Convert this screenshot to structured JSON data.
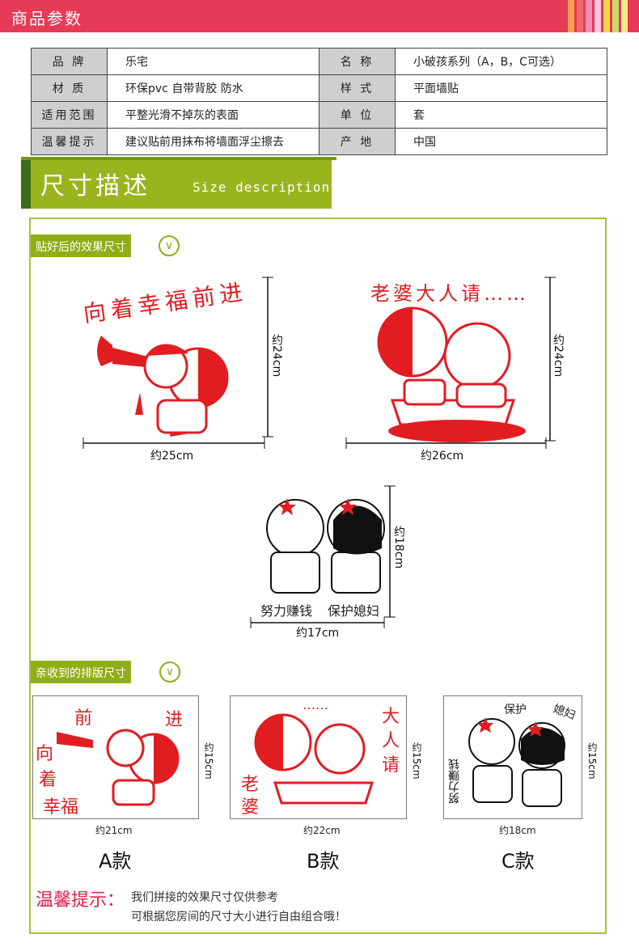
{
  "header": {
    "title": "商品参数"
  },
  "params": [
    {
      "k1": "品 牌",
      "v1": "乐宅",
      "k2": "名 称",
      "v2": "小破孩系列（A，B，C可选）"
    },
    {
      "k1": "材 质",
      "v1": "环保pvc 自带背胶 防水",
      "k2": "样 式",
      "v2": "平面墙贴"
    },
    {
      "k1": "适用范围",
      "v1": "平整光滑不掉灰的表面",
      "k2": "单 位",
      "v2": "套"
    },
    {
      "k1": "温馨提示",
      "v1": "建议贴前用抹布将墙面浮尘擦去",
      "k2": "产 地",
      "v2": "中国"
    }
  ],
  "section": {
    "title_cn": "尺寸描述",
    "title_en": "Size description"
  },
  "effect": {
    "tag": "贴好后的效果尺寸",
    "stickers": [
      {
        "caption": "向着幸福前进",
        "width": "约25cm",
        "height": "约24cm"
      },
      {
        "caption": "老婆大人请……",
        "width": "约26cm",
        "height": "约24cm"
      },
      {
        "caption1": "努力赚钱",
        "caption2": "保护媳妇",
        "width": "约17cm",
        "height": "约18cm"
      }
    ]
  },
  "layout": {
    "tag": "亲收到的排版尺寸",
    "items": [
      {
        "model": "A款",
        "width": "约21cm",
        "height": "约15cm",
        "t1": "前",
        "t2": "进",
        "t3": "向",
        "t4": "着",
        "t5": "幸福"
      },
      {
        "model": "B款",
        "width": "约22cm",
        "height": "约15cm",
        "t1": "大",
        "t2": "人",
        "t3": "请",
        "t4": "老",
        "t5": "婆",
        "t6": "……"
      },
      {
        "model": "C款",
        "width": "约18cm",
        "height": "约15cm",
        "t1": "保护",
        "t2": "媳妇",
        "t3": "努力赚钱"
      }
    ]
  },
  "tip": {
    "heading": "温馨提示：",
    "line1": "我们拼接的效果尺寸仅供参考",
    "line2": "可根据您房间的尺寸大小进行自由组合哦！"
  },
  "colors": {
    "header": "#e63a57",
    "accent_green": "#98b51e",
    "sticker_red": "#e11d22"
  },
  "icons": {
    "tag_badge": "chevron-down-circle-icon"
  }
}
